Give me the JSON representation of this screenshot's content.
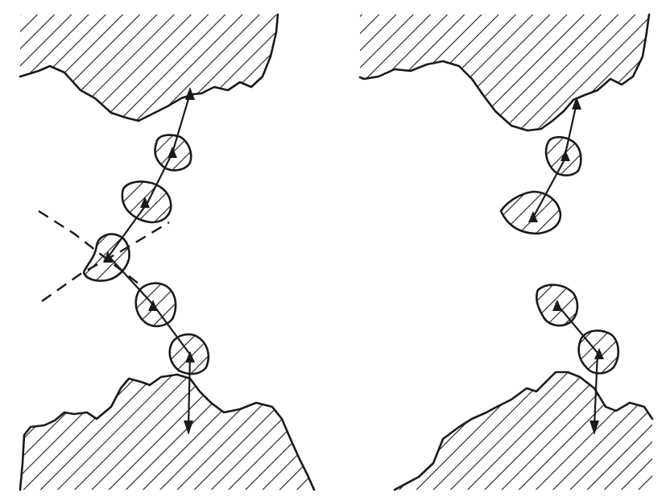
{
  "figure": {
    "panels": [
      {
        "id": "left",
        "description_key": "intact-bridge",
        "particle_count": 5,
        "has_cut_marker": true
      },
      {
        "id": "right",
        "description_key": "broken-bridge",
        "particle_count": 4,
        "has_cut_marker": false
      }
    ],
    "colors": {
      "ink": "#1a1a1a",
      "background": "#ffffff"
    }
  }
}
